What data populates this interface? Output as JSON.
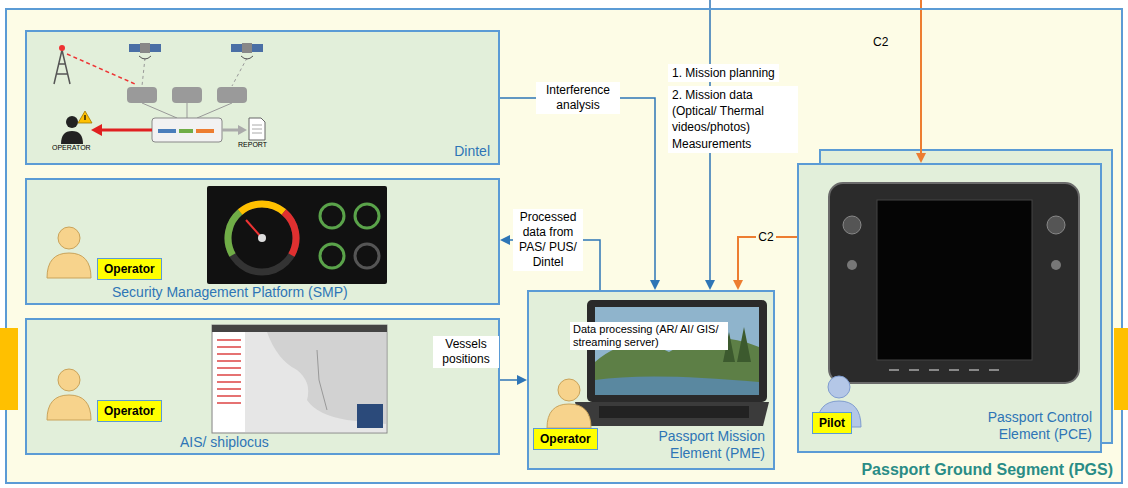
{
  "diagram": {
    "nodes": [
      {
        "text": [
          "Passport Ground Segment (PGS)"
        ]
      },
      {
        "text": [
          "Dintel"
        ],
        "in": 0
      },
      {
        "text": [
          "Security Management Platform (SMP)"
        ],
        "in": 0
      },
      {
        "text": [
          "Operator"
        ],
        "in": 2
      },
      {
        "text": [
          "AIS/ shiplocus"
        ],
        "in": 0
      },
      {
        "text": [
          "Operator"
        ],
        "in": 4
      },
      {
        "text": [
          "Data processing (AR/ AI/ GIS/ streaming server)",
          "Passport Mission Element (PME)"
        ],
        "in": 0
      },
      {
        "text": [
          "Operator"
        ],
        "in": 6
      },
      {
        "text": [
          "Passport Control Element (PCE)"
        ],
        "in": 0
      },
      {
        "text": [
          "Pilot"
        ],
        "in": 8
      }
    ],
    "edges": [
      {
        "from": 1,
        "to": 6,
        "label": "Interference analysis",
        "arrow": "to"
      },
      {
        "from": 6,
        "to": 2,
        "label": "Processed data from PAS/ PUS/ Dintel",
        "arrow": "to"
      },
      {
        "from": 4,
        "to": 6,
        "label": "Vessels positions",
        "arrow": "to"
      },
      {
        "from": 8,
        "to": 6,
        "label": "C2",
        "arrow": "to"
      }
    ],
    "labels": [
      "1. Mission planning",
      "2. Mission data (Optical/ Thermal videos/photos) Measurements",
      "C2",
      "OPERATOR",
      "REPORT"
    ]
  }
}
